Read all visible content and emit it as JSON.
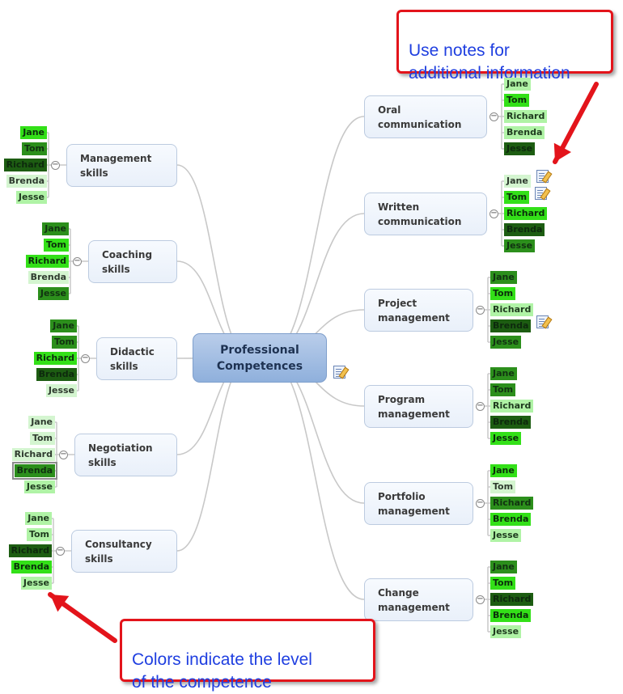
{
  "center": {
    "label": "Professional\nCompetences"
  },
  "topics": {
    "management_skills": {
      "label": "Management\nskills",
      "people": [
        {
          "name": "Jane",
          "level": 3
        },
        {
          "name": "Tom",
          "level": 4
        },
        {
          "name": "Richard",
          "level": 5
        },
        {
          "name": "Brenda",
          "level": 1
        },
        {
          "name": "Jesse",
          "level": 2
        }
      ]
    },
    "coaching_skills": {
      "label": "Coaching\nskills",
      "people": [
        {
          "name": "Jane",
          "level": 4
        },
        {
          "name": "Tom",
          "level": 3
        },
        {
          "name": "Richard",
          "level": 3
        },
        {
          "name": "Brenda",
          "level": 1
        },
        {
          "name": "Jesse",
          "level": 4
        }
      ]
    },
    "didactic_skills": {
      "label": "Didactic\nskills",
      "people": [
        {
          "name": "Jane",
          "level": 4
        },
        {
          "name": "Tom",
          "level": 4
        },
        {
          "name": "Richard",
          "level": 3
        },
        {
          "name": "Brenda",
          "level": 5
        },
        {
          "name": "Jesse",
          "level": 1
        }
      ]
    },
    "negotiation_skills": {
      "label": "Negotiation\nskills",
      "people": [
        {
          "name": "Jane",
          "level": 1
        },
        {
          "name": "Tom",
          "level": 1
        },
        {
          "name": "Richard",
          "level": 1
        },
        {
          "name": "Brenda",
          "level": 4
        },
        {
          "name": "Jesse",
          "level": 2
        }
      ]
    },
    "consultancy_skills": {
      "label": "Consultancy\nskills",
      "people": [
        {
          "name": "Jane",
          "level": 2
        },
        {
          "name": "Tom",
          "level": 2
        },
        {
          "name": "Richard",
          "level": 5
        },
        {
          "name": "Brenda",
          "level": 3
        },
        {
          "name": "Jesse",
          "level": 2
        }
      ]
    },
    "oral_communication": {
      "label": "Oral\ncommunication",
      "people": [
        {
          "name": "Jane",
          "level": 2
        },
        {
          "name": "Tom",
          "level": 3
        },
        {
          "name": "Richard",
          "level": 2
        },
        {
          "name": "Brenda",
          "level": 2
        },
        {
          "name": "Jesse",
          "level": 5
        }
      ]
    },
    "written_communication": {
      "label": "Written\ncommunication",
      "people": [
        {
          "name": "Jane",
          "level": 1
        },
        {
          "name": "Tom",
          "level": 3
        },
        {
          "name": "Richard",
          "level": 3
        },
        {
          "name": "Brenda",
          "level": 5
        },
        {
          "name": "Jesse",
          "level": 4
        }
      ]
    },
    "project_management": {
      "label": "Project\nmanagement",
      "people": [
        {
          "name": "Jane",
          "level": 4
        },
        {
          "name": "Tom",
          "level": 3
        },
        {
          "name": "Richard",
          "level": 2
        },
        {
          "name": "Brenda",
          "level": 5
        },
        {
          "name": "Jesse",
          "level": 4
        }
      ]
    },
    "program_management": {
      "label": "Program\nmanagement",
      "people": [
        {
          "name": "Jane",
          "level": 4
        },
        {
          "name": "Tom",
          "level": 4
        },
        {
          "name": "Richard",
          "level": 2
        },
        {
          "name": "Brenda",
          "level": 5
        },
        {
          "name": "Jesse",
          "level": 3
        }
      ]
    },
    "portfolio_management": {
      "label": "Portfolio\nmanagement",
      "people": [
        {
          "name": "Jane",
          "level": 3
        },
        {
          "name": "Tom",
          "level": 1
        },
        {
          "name": "Richard",
          "level": 4
        },
        {
          "name": "Brenda",
          "level": 3
        },
        {
          "name": "Jesse",
          "level": 2
        }
      ]
    },
    "change_management": {
      "label": "Change\nmanagement",
      "people": [
        {
          "name": "Jane",
          "level": 4
        },
        {
          "name": "Tom",
          "level": 3
        },
        {
          "name": "Richard",
          "level": 5
        },
        {
          "name": "Brenda",
          "level": 3
        },
        {
          "name": "Jesse",
          "level": 2
        }
      ]
    }
  },
  "callouts": {
    "notes": "Use notes for\nadditional information",
    "colors": "Colors indicate the level\nof the competence"
  },
  "colors": {
    "link": "#c8c8c8",
    "callout_border": "#e3141b",
    "callout_text": "#1f3fe0",
    "central_fill": "#a9c2e6",
    "level_1": "#d4f5d0",
    "level_2": "#b0f3a6",
    "level_3": "#33e018",
    "level_4": "#2c8f1c",
    "level_5": "#1d5d12"
  },
  "icons": [
    "note-icon",
    "collapse-icon",
    "arrow"
  ]
}
